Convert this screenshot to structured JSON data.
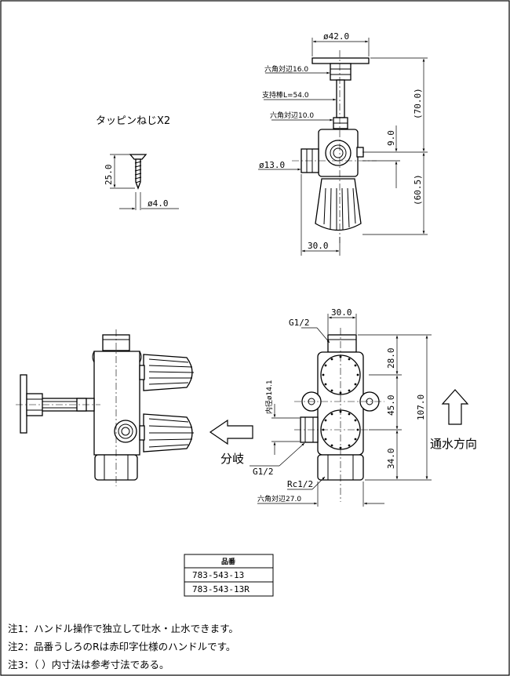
{
  "screw": {
    "title": "タッピンねじX2",
    "length": "25.0",
    "diameter": "ø4.0"
  },
  "top_view": {
    "handle_dia": "ø42.0",
    "hex1": "六角対辺16.0",
    "rod": "支持棒L=54.0",
    "hex2": "六角対辺10.0",
    "pipe_dia": "ø13.0",
    "dim_70": "(70.0)",
    "dim_9": "9.0",
    "dim_60": "(60.5)",
    "dim_30": "30.0"
  },
  "front_view": {
    "width": "30.0",
    "g_top": "G1/2",
    "inner_dia": "内径ø14.1",
    "g_bottom": "G1/2",
    "rc": "Rc1/2",
    "hex_bottom": "六角対辺27.0",
    "dim_28": "28.0",
    "dim_45": "45.0",
    "dim_34": "34.0",
    "dim_107": "107.0",
    "flow_label": "通水方向"
  },
  "side_view": {
    "branch_label": "分岐"
  },
  "part_table": {
    "header": "品番",
    "rows": [
      "783-543-13",
      "783-543-13R"
    ]
  },
  "notes": [
    "注1：ハンドル操作で独立して吐水・止水できます。",
    "注2：品番うしろのRは赤印字仕様のハンドルです。",
    "注3：（ ）内寸法は参考寸法である。"
  ]
}
